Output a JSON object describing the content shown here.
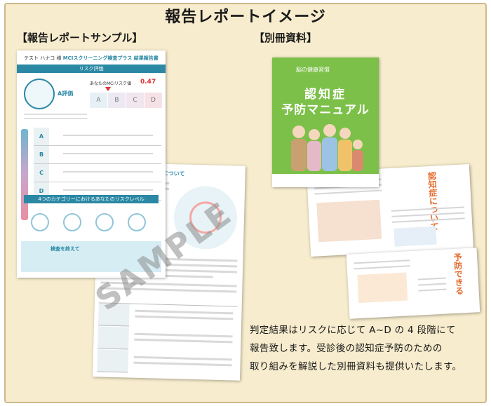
{
  "page": {
    "title": "報告レポートイメージ",
    "left_section_label": "【報告レポートサンプル】",
    "right_section_label": "【別冊資料】"
  },
  "report_sample": {
    "header_text": "テスト ハナコ 様",
    "header_product": "MCIスクリーニング検査プラス 結果報告書",
    "risk_section_title": "リスク評価",
    "risk_grade": "A評価",
    "score_label": "あなたのMCIリスク値",
    "score_value": "0.47",
    "grades": [
      "A",
      "B",
      "C",
      "D"
    ],
    "table_grades": [
      "A",
      "B",
      "C",
      "D"
    ],
    "category_title": "4つのカテゴリーにおけるあなたのリスクレベル",
    "footer_text": "検査を終えて",
    "back_page_heading": "ク質について",
    "watermark": "SAMPLE",
    "accent_color": "#2a88a4"
  },
  "booklet": {
    "cover_small_text": "脳の健康習慣",
    "cover_title_line1": "認知症",
    "cover_title_line2": "予防マニュアル",
    "cover_color": "#7cc049",
    "spread1_title": "認知症について",
    "spread2_title": "予防できる"
  },
  "description": {
    "lines": [
      "判定結果はリスクに応じて A~D の 4 段階にて",
      "報告致します。受診後の認知症予防のための",
      "取り組みを解説した別冊資料も提供いたします。"
    ]
  }
}
